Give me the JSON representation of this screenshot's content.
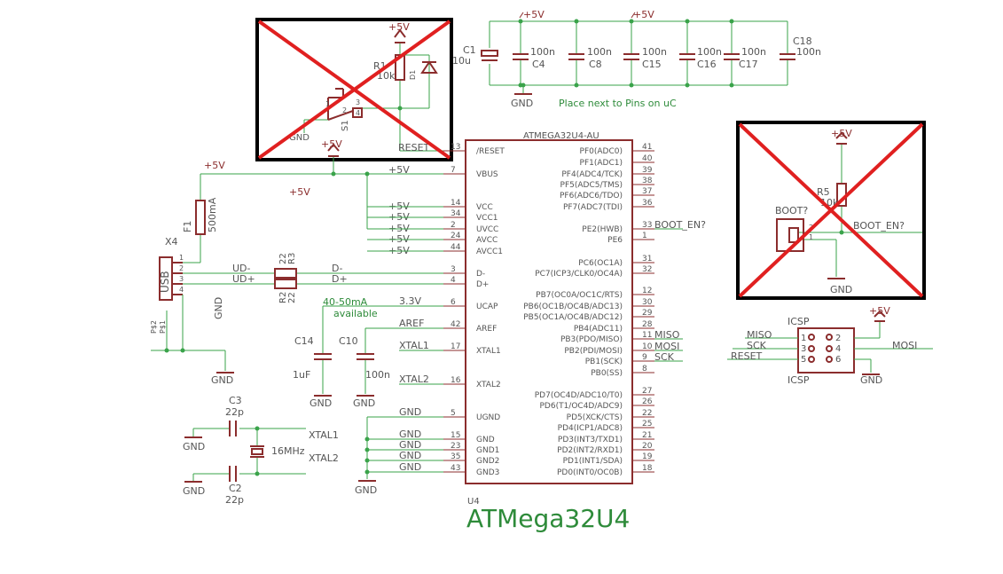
{
  "chip": {
    "name": "ATMEGA32U4-AU",
    "ref": "U4",
    "big_title": "ATMega32U4",
    "left_pins": [
      {
        "num": "7",
        "label": "VBUS",
        "net": "+5V"
      },
      {
        "num": "14",
        "label": "VCC",
        "net": "+5V"
      },
      {
        "num": "34",
        "label": "VCC1",
        "net": "+5V"
      },
      {
        "num": "2",
        "label": "UVCC",
        "net": "+5V"
      },
      {
        "num": "24",
        "label": "AVCC",
        "net": "+5V"
      },
      {
        "num": "44",
        "label": "AVCC1",
        "net": "+5V"
      },
      {
        "num": "3",
        "label": "D-",
        "net": "D-"
      },
      {
        "num": "4",
        "label": "D+",
        "net": "D+"
      },
      {
        "num": "6",
        "label": "UCAP",
        "net": "3.3V"
      },
      {
        "num": "42",
        "label": "AREF",
        "net": "AREF"
      },
      {
        "num": "17",
        "label": "XTAL1",
        "net": "XTAL1"
      },
      {
        "num": "16",
        "label": "XTAL2",
        "net": "XTAL2"
      },
      {
        "num": "5",
        "label": "UGND",
        "net": "GND"
      },
      {
        "num": "15",
        "label": "GND",
        "net": "GND"
      },
      {
        "num": "23",
        "label": "GND1",
        "net": "GND"
      },
      {
        "num": "35",
        "label": "GND2",
        "net": "GND"
      },
      {
        "num": "43",
        "label": "GND3",
        "net": "GND"
      },
      {
        "num": "13",
        "label": "/RESET",
        "net": "RESET"
      }
    ],
    "right_pins": [
      {
        "num": "41",
        "label": "PF0(ADC0)"
      },
      {
        "num": "40",
        "label": "PF1(ADC1)"
      },
      {
        "num": "39",
        "label": "PF4(ADC4/TCK)"
      },
      {
        "num": "38",
        "label": "PF5(ADC5/TMS)"
      },
      {
        "num": "37",
        "label": "PF6(ADC6/TDO)"
      },
      {
        "num": "36",
        "label": "PF7(ADC7(TDI)"
      },
      {
        "num": "33",
        "label": "PE2(HWB)",
        "net": "BOOT_EN?"
      },
      {
        "num": "1",
        "label": "PE6"
      },
      {
        "num": "31",
        "label": "PC6(OC1A)"
      },
      {
        "num": "32",
        "label": "PC7(ICP3/CLK0/OC4A)"
      },
      {
        "num": "12",
        "label": "PB7(OC0A/OC1C/RTS)"
      },
      {
        "num": "30",
        "label": "PB6(OC1B/OC4B/ADC13)"
      },
      {
        "num": "29",
        "label": "PB5(OC1A/OC4B/ADC12)"
      },
      {
        "num": "28",
        "label": "PB4(ADC11)"
      },
      {
        "num": "11",
        "label": "PB3(PDO/MISO)",
        "net": "MISO"
      },
      {
        "num": "10",
        "label": "PB2(PDI/MOSI)",
        "net": "MOSI"
      },
      {
        "num": "9",
        "label": "PB1(SCK)",
        "net": "SCK"
      },
      {
        "num": "8",
        "label": "PB0(SS)"
      },
      {
        "num": "27",
        "label": "PD7(OC4D/ADC10/T0)"
      },
      {
        "num": "26",
        "label": "PD6(T1/OC4D/ADC9)"
      },
      {
        "num": "22",
        "label": "PD5(XCK/CTS)"
      },
      {
        "num": "25",
        "label": "PD4(ICP1/ADC8)"
      },
      {
        "num": "21",
        "label": "PD3(INT3/TXD1)"
      },
      {
        "num": "20",
        "label": "PD2(INT2/RXD1)"
      },
      {
        "num": "19",
        "label": "PD1(INT1/SDA)"
      },
      {
        "num": "18",
        "label": "PD0(INT0/OC0B)"
      }
    ]
  },
  "decoupling": {
    "rail": "+5V",
    "rail2": "+5V",
    "gnd": "GND",
    "note": "Place next to Pins on uC",
    "caps": [
      {
        "ref": "C1",
        "value": "10u",
        "polarized": true
      },
      {
        "ref": "C4",
        "value": "100n"
      },
      {
        "ref": "C8",
        "value": "100n"
      },
      {
        "ref": "C15",
        "value": "100n"
      },
      {
        "ref": "C16",
        "value": "100n"
      },
      {
        "ref": "C17",
        "value": "100n"
      },
      {
        "ref": "C18",
        "value": "100n"
      }
    ]
  },
  "reset_block": {
    "supply": "+5V",
    "r_ref": "R1",
    "r_val": "10k",
    "diode": "D1",
    "switch": "S1",
    "gnd": "GND",
    "net": "RESET",
    "pin1": "1",
    "pin2": "2",
    "pin3": "3",
    "pin4": "4"
  },
  "boot_block": {
    "supply": "+5V",
    "r_ref": "R5",
    "r_val": "10k",
    "jumper": "BOOT?",
    "net": "BOOT_EN?",
    "gnd": "GND",
    "pin1": "1",
    "pin2": "2"
  },
  "usb": {
    "ref": "X4",
    "label": "USB",
    "p1": "P$1",
    "p2": "P$2",
    "pins": [
      "1",
      "2",
      "3",
      "4"
    ],
    "rail": "+5V",
    "rail_mid": "+5V",
    "rail_top": "+5V",
    "fuse_ref": "F1",
    "fuse_val": "500mA",
    "r2": {
      "ref": "R2",
      "val": "22"
    },
    "r3": {
      "ref": "R3",
      "val": "22"
    },
    "net_udm": "UD-",
    "net_udp": "UD+",
    "net_dm": "D-",
    "net_dp": "D+",
    "gnd": "GND",
    "gnd2": "GND"
  },
  "ucap": {
    "net": "3.3V",
    "note1": "40-50mA",
    "note2": "available",
    "aref_net": "AREF",
    "c14": {
      "ref": "C14",
      "val": "1uF"
    },
    "c10": {
      "ref": "C10",
      "val": "100n"
    },
    "gnd": "GND",
    "gnd2": "GND"
  },
  "crystal": {
    "freq": "16MHz",
    "c3": {
      "ref": "C3",
      "val": "22p"
    },
    "c2": {
      "ref": "C2",
      "val": "22p"
    },
    "xtal1": "XTAL1",
    "xtal2": "XTAL2",
    "xtal1_chip": "XTAL1",
    "xtal2_chip": "XTAL2",
    "gnd": "GND",
    "gnd2": "GND",
    "gnd_nets": [
      "GND",
      "GND",
      "GND",
      "GND",
      "GND"
    ],
    "gnd_sym": "GND"
  },
  "icsp": {
    "title": "ICSP",
    "title2": "ICSP",
    "supply": "+5V",
    "gnd": "GND",
    "pins": [
      "1",
      "2",
      "3",
      "4",
      "5",
      "6"
    ],
    "nets": {
      "miso": "MISO",
      "sck": "SCK",
      "reset": "RESET",
      "mosi": "MOSI"
    }
  }
}
